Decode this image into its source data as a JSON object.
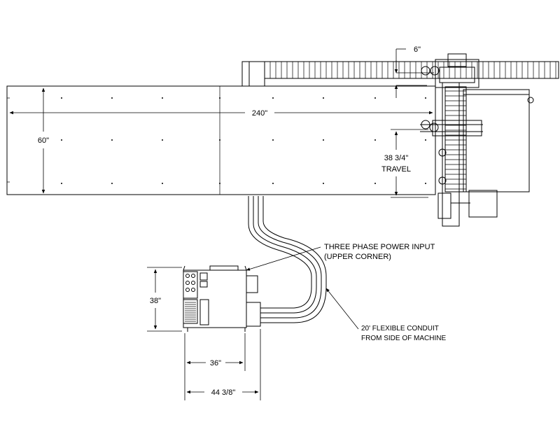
{
  "dimensions": {
    "length": "240\"",
    "width": "60\"",
    "gap": "6\"",
    "travel_value": "38 3/4\"",
    "travel_label": "TRAVEL",
    "cabinet_height": "38\"",
    "cabinet_width": "36\"",
    "cabinet_overall": "44 3/8\""
  },
  "callouts": {
    "power_line1": "THREE PHASE POWER INPUT",
    "power_line2": "(UPPER CORNER)",
    "conduit_line1": "20' FLEXIBLE CONDUIT",
    "conduit_line2": "FROM SIDE OF MACHINE"
  }
}
